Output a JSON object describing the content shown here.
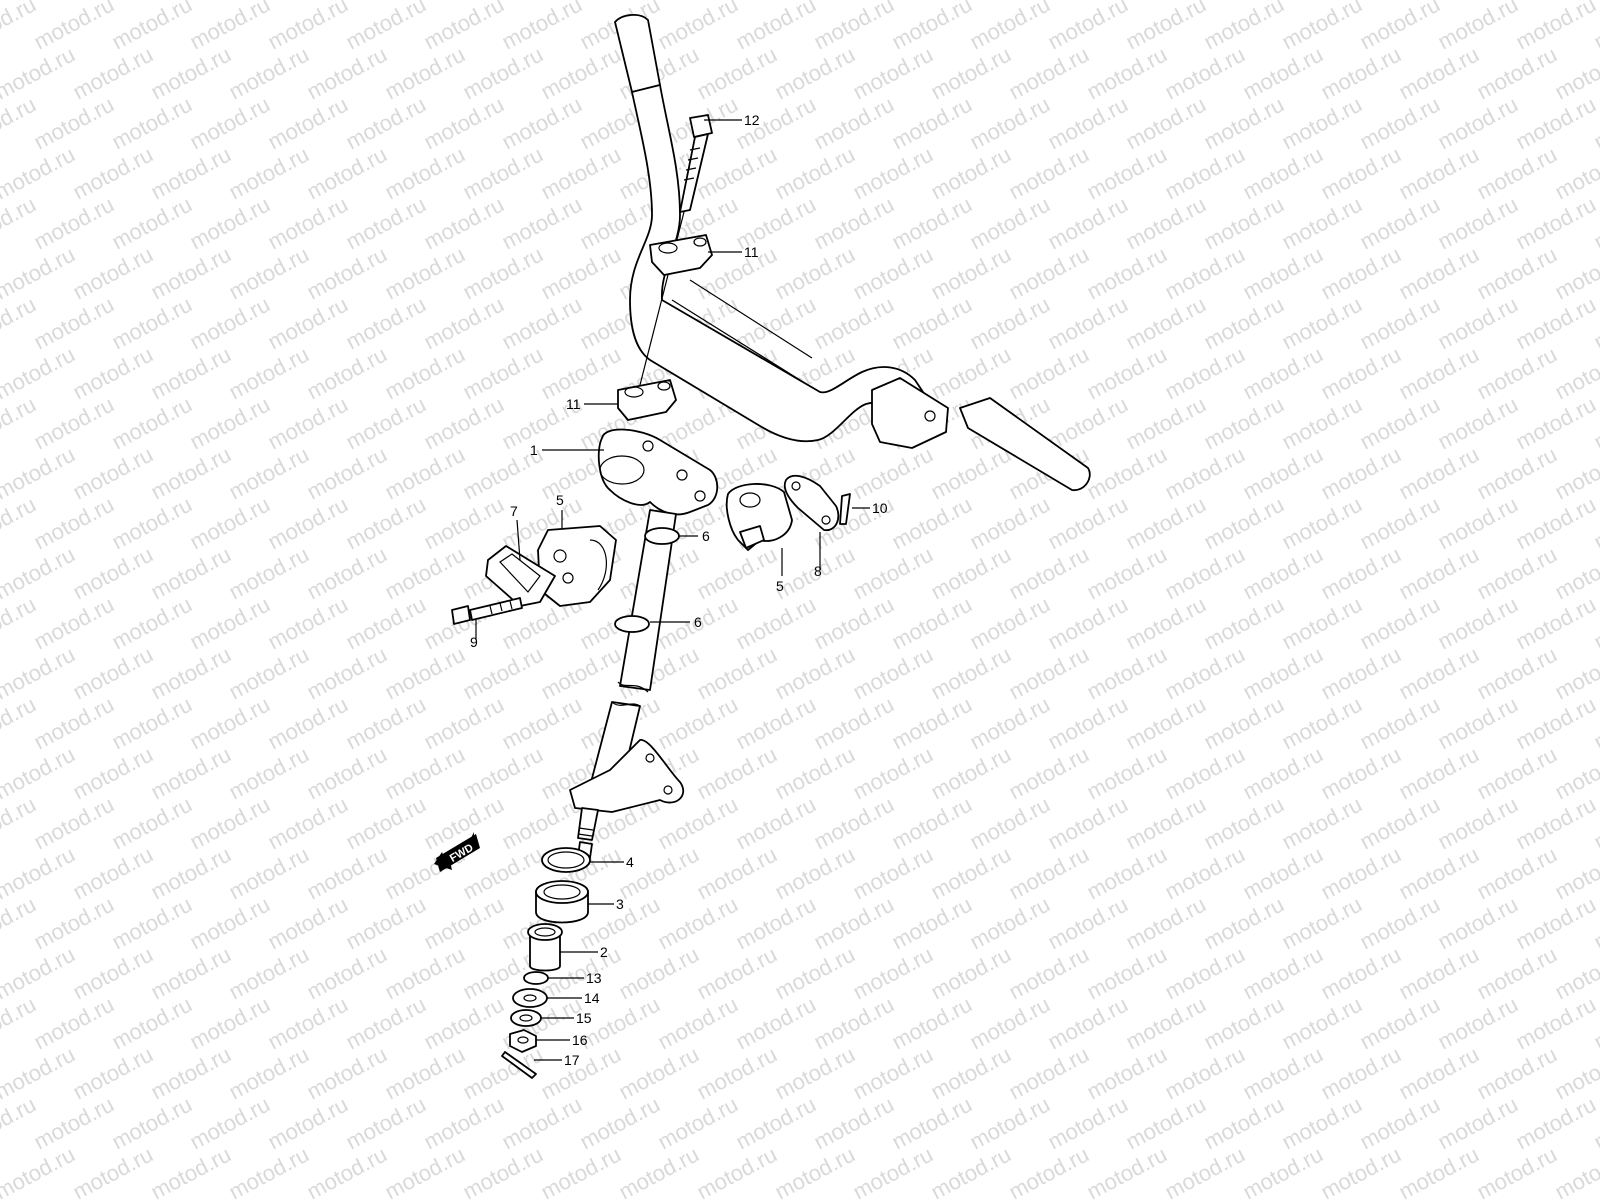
{
  "watermark": {
    "text": "motod.ru",
    "color": "#d9d9d9"
  },
  "fwd_label": "FWD",
  "callouts": [
    {
      "id": "12",
      "label": "12"
    },
    {
      "id": "11a",
      "label": "11"
    },
    {
      "id": "11b",
      "label": "11"
    },
    {
      "id": "1",
      "label": "1"
    },
    {
      "id": "7",
      "label": "7"
    },
    {
      "id": "5a",
      "label": "5"
    },
    {
      "id": "6a",
      "label": "6"
    },
    {
      "id": "5b",
      "label": "5"
    },
    {
      "id": "8",
      "label": "8"
    },
    {
      "id": "10",
      "label": "10"
    },
    {
      "id": "9",
      "label": "9"
    },
    {
      "id": "6b",
      "label": "6"
    },
    {
      "id": "4",
      "label": "4"
    },
    {
      "id": "3",
      "label": "3"
    },
    {
      "id": "2",
      "label": "2"
    },
    {
      "id": "13",
      "label": "13"
    },
    {
      "id": "14",
      "label": "14"
    },
    {
      "id": "15",
      "label": "15"
    },
    {
      "id": "16",
      "label": "16"
    },
    {
      "id": "17",
      "label": "17"
    }
  ]
}
